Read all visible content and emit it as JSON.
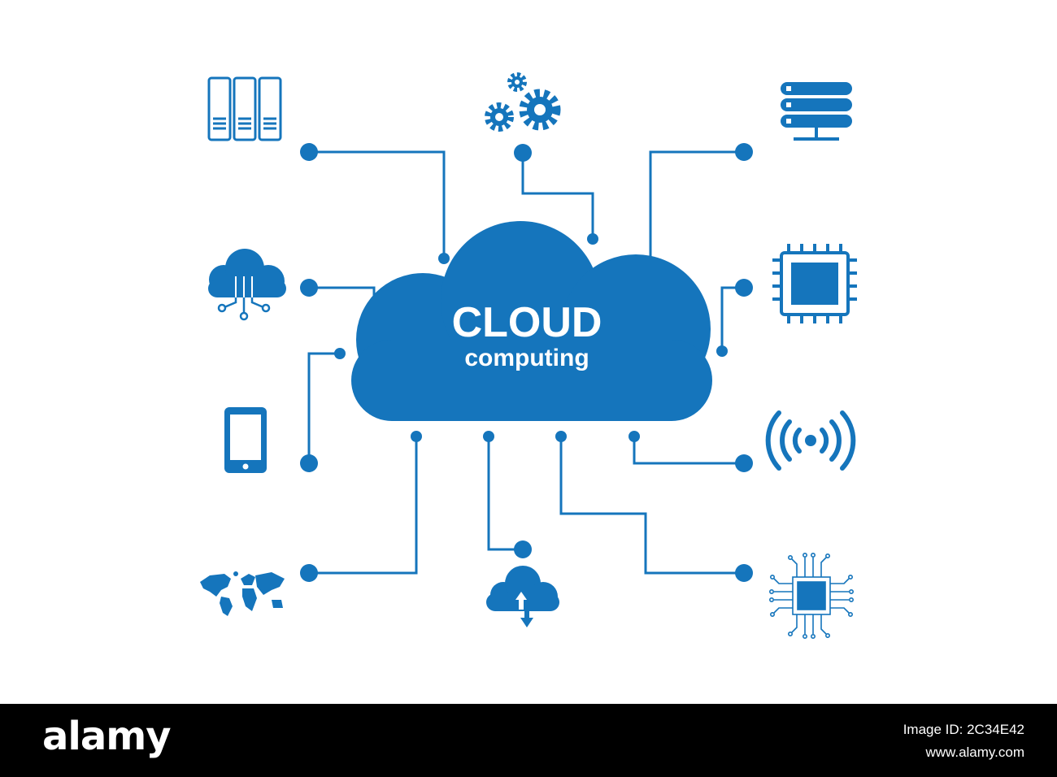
{
  "colors": {
    "primary": "#1575bc",
    "background": "#ffffff",
    "footer_bg": "#000000",
    "footer_text": "#ffffff"
  },
  "cloud": {
    "title": "CLOUD",
    "subtitle": "computing"
  },
  "icons": [
    "server-racks-icon",
    "gears-icon",
    "server-network-icon",
    "cloud-network-icon",
    "processor-chip-icon",
    "tablet-icon",
    "wireless-signal-icon",
    "world-map-icon",
    "cloud-transfer-icon",
    "circuit-chip-icon"
  ],
  "footer": {
    "logo": "alamy",
    "image_id": "Image ID: 2C34E42",
    "site": "www.alamy.com"
  }
}
